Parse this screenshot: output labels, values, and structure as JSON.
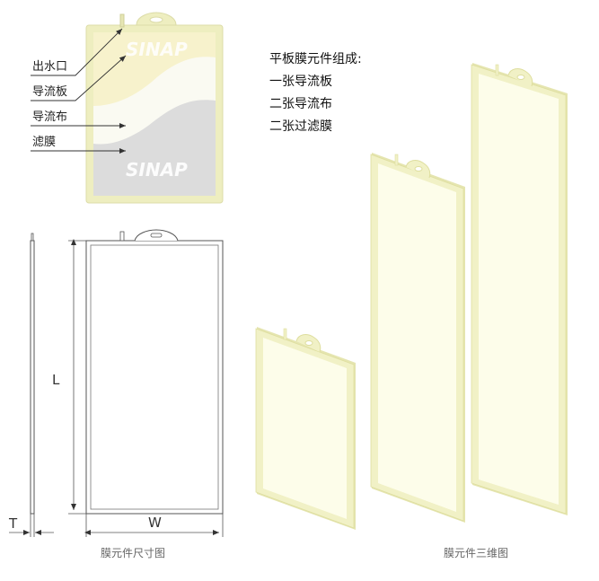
{
  "colors": {
    "frame": "#f0f0c4",
    "frame_edge": "#d8d8a6",
    "sheet": "#fdfde9",
    "guide_layer": "#f8f3cf",
    "cloth_layer": "#fbfbf4",
    "filter_layer": "#dddddd",
    "line": "#555555"
  },
  "exploded_view": {
    "labels": [
      "出水口",
      "导流板",
      "导流布",
      "滤膜"
    ],
    "logo_top": "SINAP",
    "logo_bottom": "SINAP"
  },
  "composition": {
    "heading": "平板膜元件组成:",
    "items": [
      "一张导流板",
      "二张导流布",
      "二张过滤膜"
    ]
  },
  "dimension_drawing": {
    "length_label": "L",
    "width_label": "W",
    "thickness_label": "T",
    "caption": "膜元件尺寸图"
  },
  "three_d_view": {
    "caption": "膜元件三维图"
  }
}
